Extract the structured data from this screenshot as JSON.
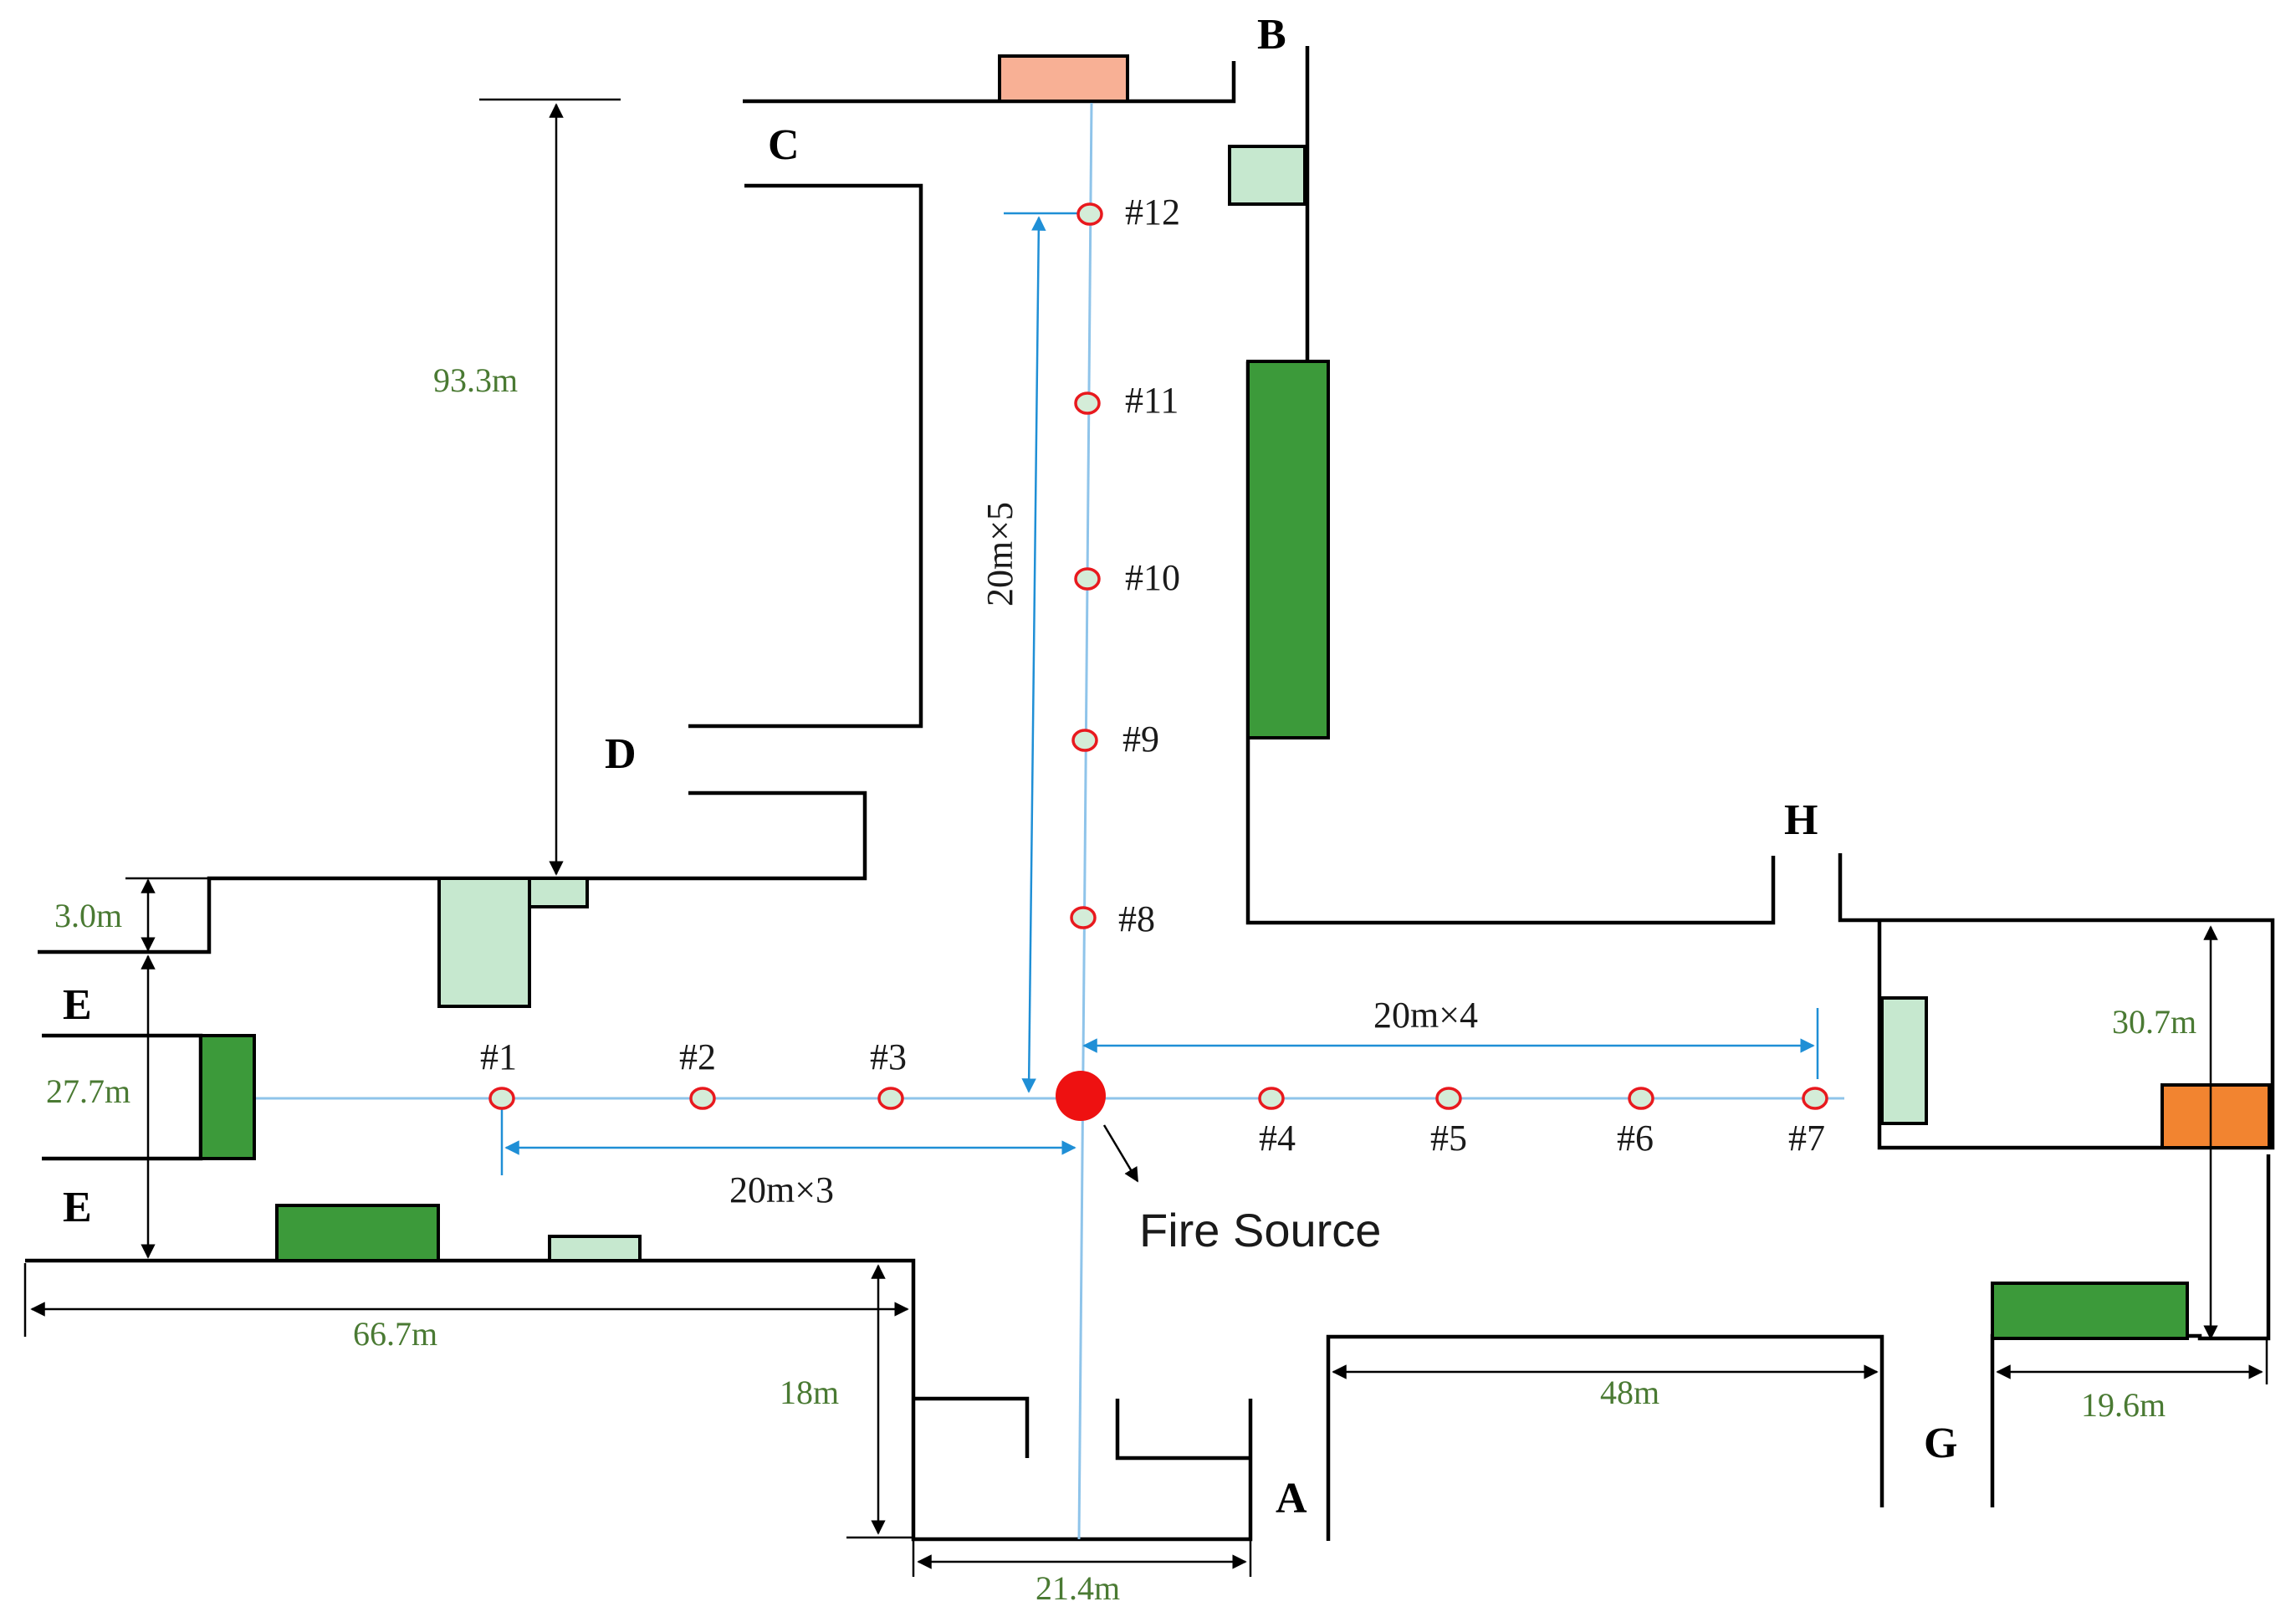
{
  "portals": {
    "A": "A",
    "B": "B",
    "C": "C",
    "D": "D",
    "E_top": "E",
    "E_bottom": "E",
    "G": "G",
    "H": "H"
  },
  "fire_source": "Fire Source",
  "probes": [
    "#1",
    "#2",
    "#3",
    "#4",
    "#5",
    "#6",
    "#7",
    "#8",
    "#9",
    "#10",
    "#11",
    "#12"
  ],
  "spacing_labels": {
    "west": "20m×3",
    "east": "20m×4",
    "north": "20m×5"
  },
  "dimensions": {
    "d_93_3": "93.3m",
    "d_3_0": "3.0m",
    "d_27_7": "27.7m",
    "d_66_7": "66.7m",
    "d_18": "18m",
    "d_21_4": "21.4m",
    "d_48": "48m",
    "d_30_7": "30.7m",
    "d_19_6": "19.6m"
  },
  "colors": {
    "light_green_vent": "#c6e8cf",
    "dark_green_vent": "#3c9a3a",
    "orange_vent": "#f28430",
    "salmon_vent": "#f8b095",
    "fire": "#ee1111",
    "probe_outline": "#e8191e",
    "centerline": "#8fc4ea",
    "spacing_arrow": "#1f8fd6",
    "dimension_text": "#4a7a33"
  }
}
